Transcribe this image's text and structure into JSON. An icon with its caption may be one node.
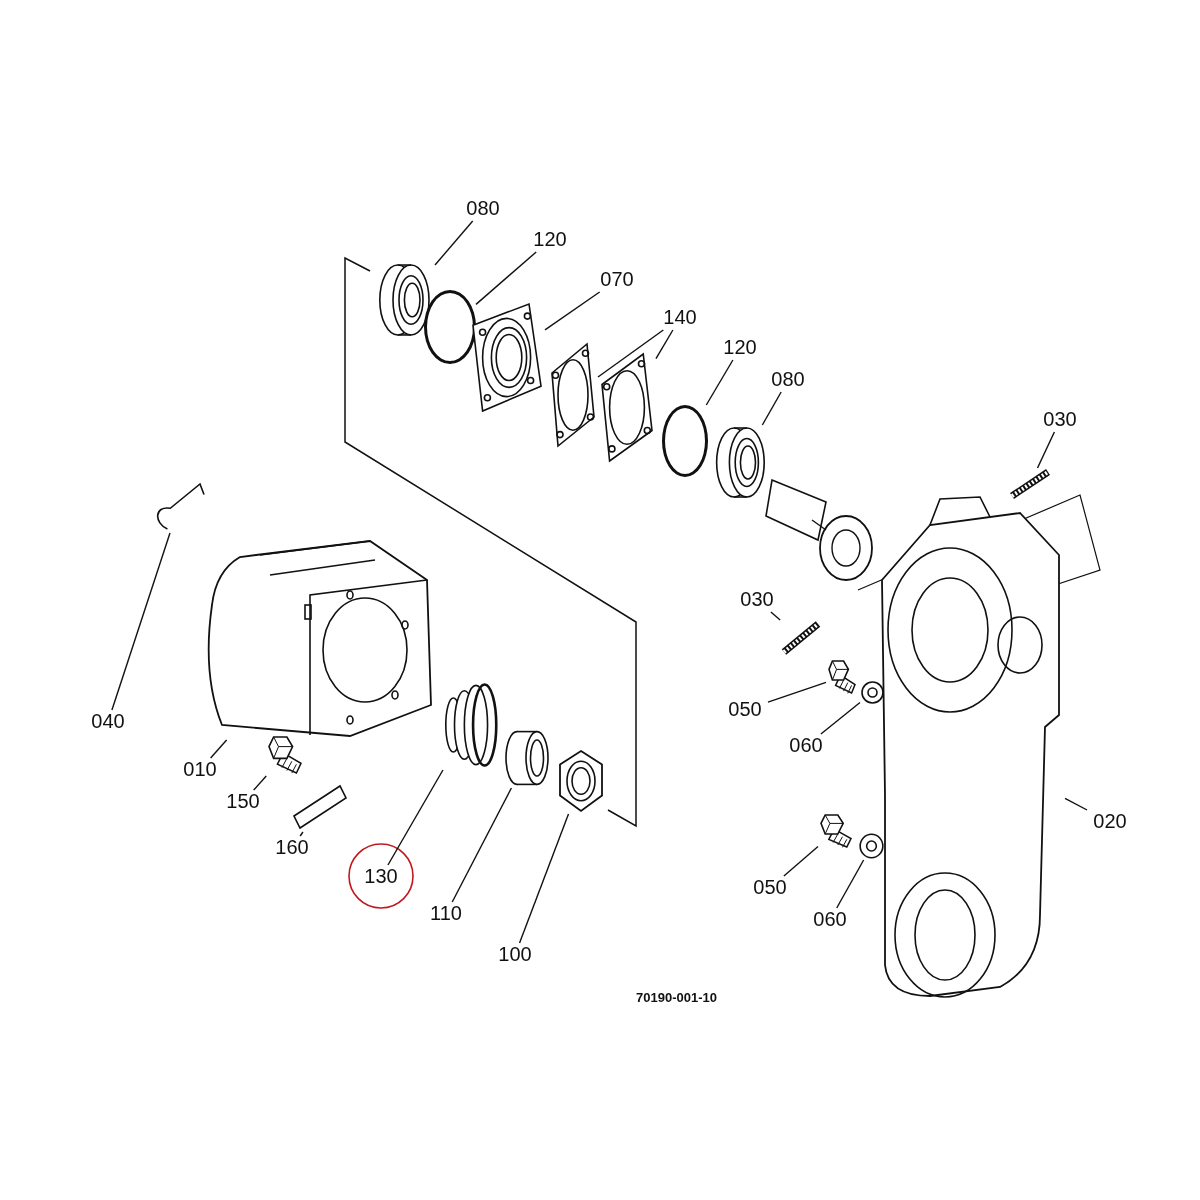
{
  "diagram": {
    "nodes": [
      {
        "text": [
          "080"
        ]
      },
      {
        "text": [
          "120"
        ]
      },
      {
        "text": [
          "070"
        ]
      },
      {
        "text": [
          "140"
        ]
      },
      {
        "text": [
          "120"
        ]
      },
      {
        "text": [
          "080"
        ]
      },
      {
        "text": [
          "030"
        ]
      },
      {
        "text": [
          "030"
        ]
      },
      {
        "text": [
          "040"
        ]
      },
      {
        "text": [
          "050"
        ]
      },
      {
        "text": [
          "060"
        ]
      },
      {
        "text": [
          "010"
        ]
      },
      {
        "text": [
          "150"
        ]
      },
      {
        "text": [
          "020"
        ]
      },
      {
        "text": [
          "160"
        ]
      },
      {
        "text": [
          "130"
        ]
      },
      {
        "text": [
          "050"
        ]
      },
      {
        "text": [
          "110"
        ]
      },
      {
        "text": [
          "060"
        ]
      },
      {
        "text": [
          "100"
        ]
      },
      {
        "text": [],
        "shape": "picture"
      },
      {
        "text": [],
        "shape": "circle"
      },
      {
        "text": [],
        "shape": "picture"
      },
      {
        "text": [],
        "shape": "picture"
      },
      {
        "text": [],
        "shape": "picture"
      },
      {
        "text": [],
        "shape": "circle"
      },
      {
        "text": [],
        "shape": "picture"
      },
      {
        "text": [],
        "shape": "picture"
      },
      {
        "text": [],
        "shape": "picture"
      },
      {
        "text": [],
        "shape": "picture"
      },
      {
        "text": [],
        "shape": "picture"
      },
      {
        "text": [],
        "shape": "picture"
      },
      {
        "text": [],
        "shape": "picture"
      },
      {
        "text": [],
        "shape": "picture"
      },
      {
        "text": [],
        "shape": "picture"
      },
      {
        "text": [],
        "shape": "picture"
      },
      {
        "text": [],
        "shape": "picture"
      },
      {
        "text": [],
        "shape": "picture"
      },
      {
        "text": [],
        "shape": "picture"
      },
      {
        "text": [],
        "shape": "picture"
      },
      {
        "text": [],
        "shape": "picture"
      }
    ],
    "edges": [
      {
        "from": 0,
        "to": 20,
        "arrow": "none"
      },
      {
        "from": 1,
        "to": 21,
        "arrow": "none"
      },
      {
        "from": 2,
        "to": 22,
        "arrow": "none"
      },
      {
        "from": 3,
        "to": 23,
        "arrow": "none"
      },
      {
        "from": 3,
        "to": 24,
        "arrow": "none"
      },
      {
        "from": 4,
        "to": 25,
        "arrow": "none"
      },
      {
        "from": 5,
        "to": 26,
        "arrow": "none"
      },
      {
        "from": 6,
        "to": 27,
        "arrow": "none"
      },
      {
        "from": 7,
        "to": 28,
        "arrow": "none"
      },
      {
        "from": 8,
        "to": 29,
        "arrow": "none"
      },
      {
        "from": 9,
        "to": 30,
        "arrow": "none"
      },
      {
        "from": 10,
        "to": 31,
        "arrow": "none"
      },
      {
        "from": 11,
        "to": 32,
        "arrow": "none"
      },
      {
        "from": 12,
        "to": 33,
        "arrow": "none"
      },
      {
        "from": 13,
        "to": 34,
        "arrow": "none"
      },
      {
        "from": 14,
        "to": 35,
        "arrow": "none"
      },
      {
        "from": 15,
        "to": 36,
        "arrow": "none"
      },
      {
        "from": 16,
        "to": 37,
        "arrow": "none"
      },
      {
        "from": 17,
        "to": 38,
        "arrow": "none"
      },
      {
        "from": 18,
        "to": 39,
        "arrow": "none"
      },
      {
        "from": 19,
        "to": 40,
        "arrow": "none"
      }
    ],
    "labels": [
      "70190-001-10"
    ]
  }
}
